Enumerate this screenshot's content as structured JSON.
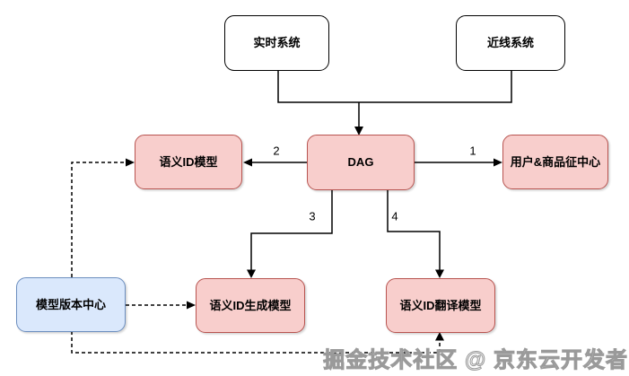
{
  "diagram": {
    "nodes": {
      "realtime_system": {
        "label": "实时系统",
        "fill": "white"
      },
      "nearline_system": {
        "label": "近线系统",
        "fill": "white"
      },
      "semantic_id_model": {
        "label": "语义ID模型",
        "fill": "pink"
      },
      "dag": {
        "label": "DAG",
        "fill": "pink"
      },
      "user_product_feature_center": {
        "label": "用户&商品征中心",
        "fill": "pink"
      },
      "model_version_center": {
        "label": "模型版本中心",
        "fill": "blue"
      },
      "semantic_id_generation_model": {
        "label": "语义ID生成模型",
        "fill": "pink"
      },
      "semantic_id_translation_model": {
        "label": "语义ID翻译模型",
        "fill": "pink"
      }
    },
    "edges": {
      "realtime_to_dag": {
        "from": "实时系统",
        "to": "DAG",
        "label": "",
        "style": "solid"
      },
      "nearline_to_dag": {
        "from": "近线系统",
        "to": "DAG",
        "label": "",
        "style": "solid"
      },
      "dag_to_user_product_feature_center": {
        "from": "DAG",
        "to": "用户&商品征中心",
        "label": "1",
        "style": "solid"
      },
      "dag_to_semantic_id_model": {
        "from": "DAG",
        "to": "语义ID模型",
        "label": "2",
        "style": "solid"
      },
      "dag_to_semantic_id_generation_model": {
        "from": "DAG",
        "to": "语义ID生成模型",
        "label": "3",
        "style": "solid"
      },
      "dag_to_semantic_id_translation_model": {
        "from": "DAG",
        "to": "语义ID翻译模型",
        "label": "4",
        "style": "solid"
      },
      "mvc_to_semantic_id_model": {
        "from": "模型版本中心",
        "to": "语义ID模型",
        "label": "",
        "style": "dashed"
      },
      "mvc_to_semantic_id_generation_model": {
        "from": "模型版本中心",
        "to": "语义ID生成模型",
        "label": "",
        "style": "dashed"
      },
      "mvc_to_semantic_id_translation_model": {
        "from": "模型版本中心",
        "to": "语义ID翻译模型",
        "label": "",
        "style": "dashed"
      }
    },
    "colors": {
      "background": "#ffffff",
      "node_pink_fill": "#f8cecc",
      "node_pink_border": "#b85450",
      "node_blue_fill": "#dae8fc",
      "node_blue_border": "#6c8ebf",
      "node_white_fill": "#ffffff",
      "node_white_border": "#000000",
      "line": "#000000"
    },
    "watermark": "掘金技术社区 @ 京东云开发者"
  }
}
